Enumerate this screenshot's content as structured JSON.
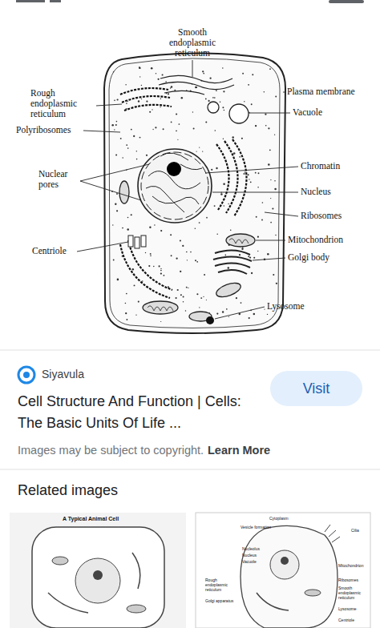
{
  "diagram": {
    "nodes": [
      {
        "text": [
          "Visit"
        ]
      }
    ],
    "labels": [
      "Smooth endoplasmic reticulum",
      "Plasma membrane",
      "Vacuole",
      "Rough endoplasmic reticulum",
      "Polyribosomes",
      "Chromatin",
      "Nuclear pores",
      "Nucleus",
      "Ribosomes",
      "Centriole",
      "Mitochondrion",
      "Golgi body",
      "Lysosome",
      "Siyavula",
      "Cell Structure And Function | Cells: The Basic Units Of Life ...",
      "Images may be subject to copyright.",
      "Learn More",
      "Related images",
      "A Typical Animal Cell",
      "Cytoplasm",
      "Vesicle formation",
      "Nucleolus",
      "Nucleus",
      "Vacuole",
      "Cilia",
      "Rough endoplasmic reticulum",
      "Golgi apparatus",
      "Mitochondrion",
      "Ribosomes",
      "Smooth endoplasmic reticulum",
      "Lysosome",
      "Centriole"
    ]
  }
}
